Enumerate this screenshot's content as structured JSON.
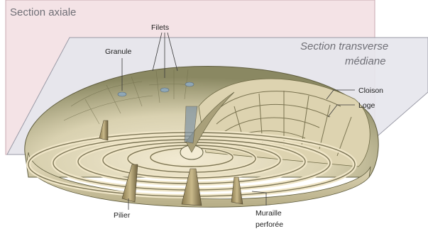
{
  "planes": {
    "axial": "Section axiale",
    "transverse_line1": "Section transverse",
    "transverse_line2": "médiane"
  },
  "labels": {
    "filets": "Filets",
    "granule": "Granule",
    "cloison": "Cloison",
    "loge": "Loge",
    "pilier": "Pilier",
    "muraille_line1": "Muraille",
    "muraille_line2": "perforée"
  },
  "colors": {
    "axial_plane": "#f4e3e6",
    "transverse_plane": "#e6e6ec",
    "shell_dark": "#7d7b55",
    "shell_light": "#f3ecd4",
    "septa": "#e9dfc0"
  }
}
